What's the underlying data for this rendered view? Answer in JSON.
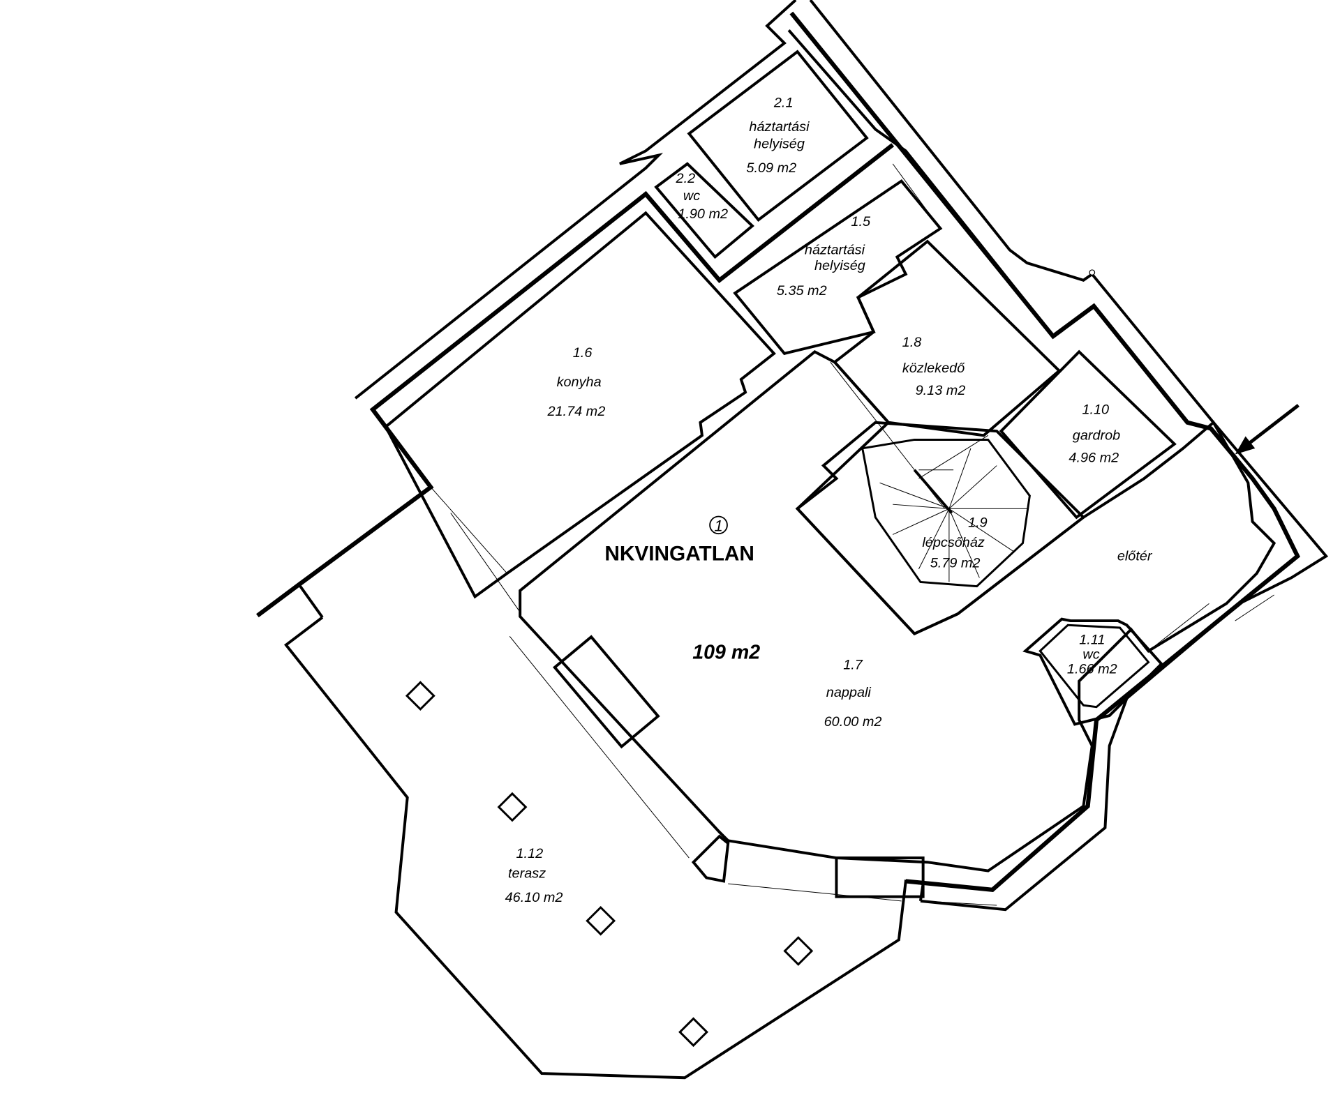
{
  "plan": {
    "title": "NKVINGATLAN",
    "unit_marker": "1",
    "total_area": "109 m2"
  },
  "rooms": [
    {
      "number": "2.1",
      "name": "háztartási",
      "name2": "helyiség",
      "area": "5.09 m2"
    },
    {
      "number": "2.2",
      "name": "wc",
      "area": "1.90 m2"
    },
    {
      "number": "1.5",
      "name": "háztartási",
      "name2": "helyiség",
      "area": "5.35 m2"
    },
    {
      "number": "1.6",
      "name": "konyha",
      "area": "21.74 m2"
    },
    {
      "number": "1.8",
      "name": "közlekedő",
      "area": "9.13 m2"
    },
    {
      "number": "1.10",
      "name": "gardrob",
      "area": "4.96 m2"
    },
    {
      "number": "1.9",
      "name": "lépcsőház",
      "area": "5.79 m2"
    },
    {
      "number": "1.7",
      "name": "nappali",
      "area": "60.00 m2"
    },
    {
      "number": "1.11",
      "name": "wc",
      "area": "1.66 m2"
    },
    {
      "number": "1.12",
      "name": "terasz",
      "area": "46.10 m2"
    },
    {
      "name": "előtér"
    }
  ]
}
